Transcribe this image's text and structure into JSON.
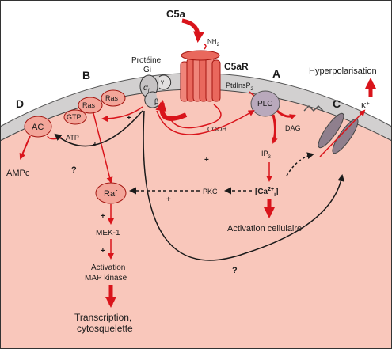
{
  "colors": {
    "cytoplasm": "#f9c7bb",
    "membrane": "#d2d0d0",
    "red": "#d9141b",
    "node_fill": "#f3a69a",
    "plc_fill": "#b9a9bc",
    "channel_fill": "#8f7f8d",
    "dark": "#1a1a1a"
  },
  "labels": {
    "c5a": "C5a",
    "nh2": "NH",
    "nh2_sub": "2",
    "c5ar": "C5aR",
    "proteine": "Protéine",
    "gi": "Gi",
    "alpha": "α",
    "alpha_sub": "i",
    "beta": "β",
    "gamma": "γ",
    "ptdins": "PtdInsP",
    "ptdins_sub": "2",
    "cooh": "COOH",
    "ras1": "Ras",
    "ras2": "Ras",
    "gtp": "GTP",
    "ac": "AC",
    "atp": "ATP",
    "ampc": "AMPc",
    "raf": "Raf",
    "mek": "MEK-1",
    "activation": "Activation",
    "map_kinase": "MAP kinase",
    "transcription": "Transcription,",
    "cytosquelette": "cytosquelette",
    "plc": "PLC",
    "dag": "DAG",
    "ip3": "IP",
    "ip3_sub": "3",
    "ca": "[Ca",
    "ca_sup": "2+",
    "ca_sub": "i",
    "ca_end": "]–",
    "pkc": "PKC",
    "activation_cellulaire": "Activation cellulaire",
    "hyperpolarisation": "Hyperpolarisation",
    "k": "K",
    "k_sup": "+",
    "section_a": "A",
    "section_b": "B",
    "section_c": "C",
    "section_d": "D",
    "plus": "+",
    "question": "?"
  }
}
